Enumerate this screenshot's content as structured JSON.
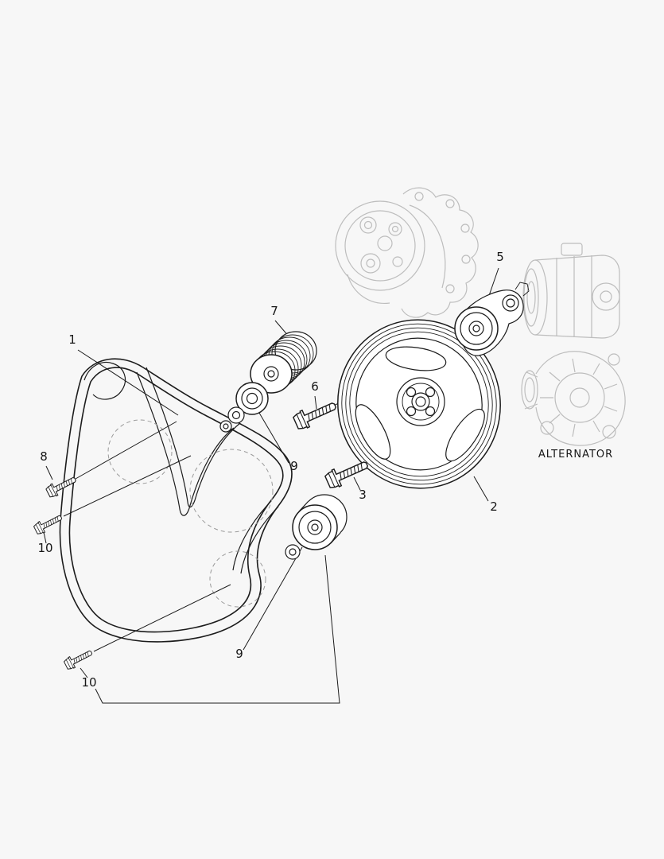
{
  "theme": {
    "background": "#f7f7f7",
    "line_color": "#1c1c1c",
    "ghost_color": "#bdbdbd",
    "phantom_dash_color": "#9a9a9a"
  },
  "diagram": {
    "alternator_label": "ALTERNATOR",
    "callouts": [
      {
        "text": "1"
      },
      {
        "text": "2"
      },
      {
        "text": "3"
      },
      {
        "text": "5"
      },
      {
        "text": "6"
      },
      {
        "text": "7"
      },
      {
        "text": "8"
      },
      {
        "text": "9"
      },
      {
        "text": "9"
      },
      {
        "text": "10"
      },
      {
        "text": "10"
      }
    ]
  }
}
